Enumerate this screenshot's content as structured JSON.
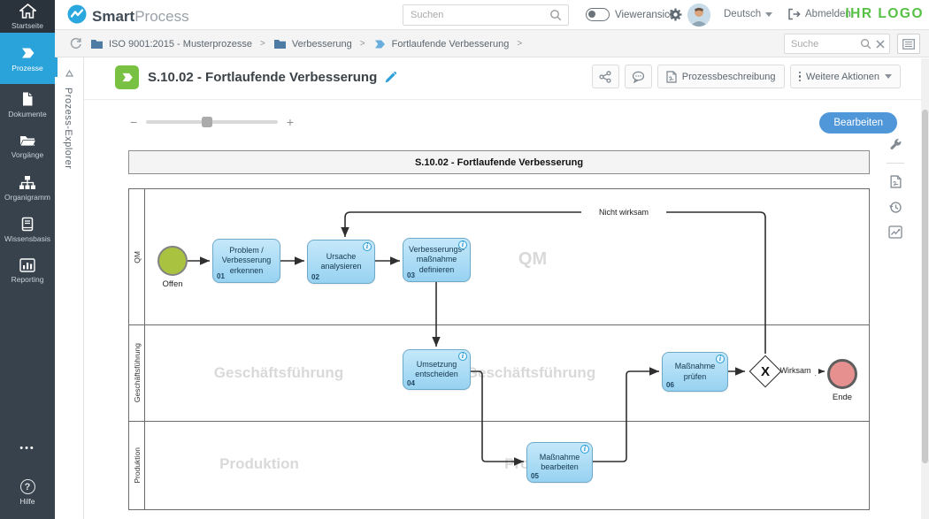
{
  "brand": {
    "bold": "Smart",
    "light": "Process"
  },
  "header": {
    "search_placeholder": "Suchen",
    "viewer_label": "Vieweransicht",
    "language": "Deutsch",
    "logout": "Abmelden",
    "logo_text": "IHR LOGO"
  },
  "sidebar": {
    "items": [
      {
        "label": "Startseite"
      },
      {
        "label": "Prozesse"
      },
      {
        "label": "Dokumente"
      },
      {
        "label": "Vorgänge"
      },
      {
        "label": "Organigramm"
      },
      {
        "label": "Wissensbasis"
      },
      {
        "label": "Reporting"
      }
    ],
    "more": "•••",
    "help": "Hilfe"
  },
  "breadcrumb": {
    "separator": ">",
    "items": [
      "ISO 9001:2015 - Musterprozesse",
      "Verbesserung",
      "Fortlaufende Verbesserung"
    ],
    "search_placeholder": "Suche"
  },
  "explorer": {
    "label": "Prozess-Explorer"
  },
  "page": {
    "title": "S.10.02 - Fortlaufende Verbesserung",
    "actions": {
      "description": "Prozessbeschreibung",
      "more": "Weitere Aktionen"
    },
    "edit_button": "Bearbeiten"
  },
  "zoomer": {
    "out": "−",
    "in": "+"
  },
  "diagram": {
    "title": "S.10.02 - Fortlaufende Verbesserung",
    "lanes": [
      {
        "label": "QM",
        "watermark": "QM"
      },
      {
        "label": "Geschäftsführung",
        "watermark": "Geschäftsführung"
      },
      {
        "label": "Produktion",
        "watermark": "Produktion"
      }
    ],
    "start_label": "Offen",
    "end_label": "Ende",
    "tasks": [
      {
        "num": "01",
        "label": "Problem /\nVerbesserung\nerkennen"
      },
      {
        "num": "02",
        "label": "Ursache\nanalysieren"
      },
      {
        "num": "03",
        "label": "Verbesserungs-\nmaßnahme\ndefinieren"
      },
      {
        "num": "04",
        "label": "Umsetzung\nentscheiden"
      },
      {
        "num": "05",
        "label": "Maßnahme\nbearbeiten"
      },
      {
        "num": "06",
        "label": "Maßnahme prüfen"
      }
    ],
    "gateway_symbol": "X",
    "edges": {
      "not_effective": "Nicht wirksam",
      "effective": "Wirksam"
    }
  },
  "colors": {
    "accent_blue": "#2aa2da",
    "logo_green": "#56c145",
    "sidebar_bg": "#37424c",
    "task_fill": "#a8dcf5",
    "start_fill": "#a9c340",
    "end_fill": "#e79090",
    "edit_button": "#4f97d9"
  }
}
